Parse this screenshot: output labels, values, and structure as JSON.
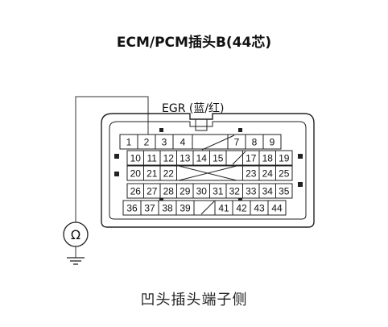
{
  "title": "ECM/PCM插头B(44芯)",
  "wire_label": "EGR (蓝/红)",
  "caption": "凹头插头端子侧",
  "meter_symbol": "Ω",
  "rows": [
    [
      "1",
      "2",
      "3",
      "4",
      "",
      "",
      "7",
      "8",
      "9"
    ],
    [
      "10",
      "11",
      "12",
      "13",
      "14",
      "15",
      "",
      "17",
      "18",
      "19"
    ],
    [
      "20",
      "21",
      "22",
      "",
      "",
      "",
      "",
      "23",
      "24",
      "25"
    ],
    [
      "26",
      "27",
      "28",
      "29",
      "30",
      "31",
      "32",
      "33",
      "34",
      "35"
    ],
    [
      "36",
      "37",
      "38",
      "39",
      "",
      "41",
      "42",
      "43",
      "44"
    ]
  ]
}
